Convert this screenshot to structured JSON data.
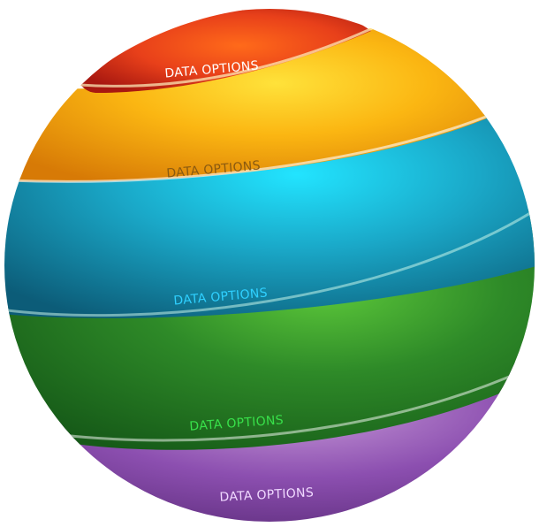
{
  "diagram": {
    "type": "layered-sphere-infographic",
    "bands": [
      {
        "label": "DATA OPTIONS",
        "color": "#e8401a",
        "text_color": "#ffffff"
      },
      {
        "label": "DATA OPTIONS",
        "color": "#f5a800",
        "text_color": "#8a5a10"
      },
      {
        "label": "DATA OPTIONS",
        "color": "#1aa8c8",
        "text_color": "#2fd0ff"
      },
      {
        "label": "DATA OPTIONS",
        "color": "#2e8a28",
        "text_color": "#38e04a"
      },
      {
        "label": "DATA OPTIONS",
        "color": "#8c4fb0",
        "text_color": "#f0d8ff"
      }
    ]
  }
}
